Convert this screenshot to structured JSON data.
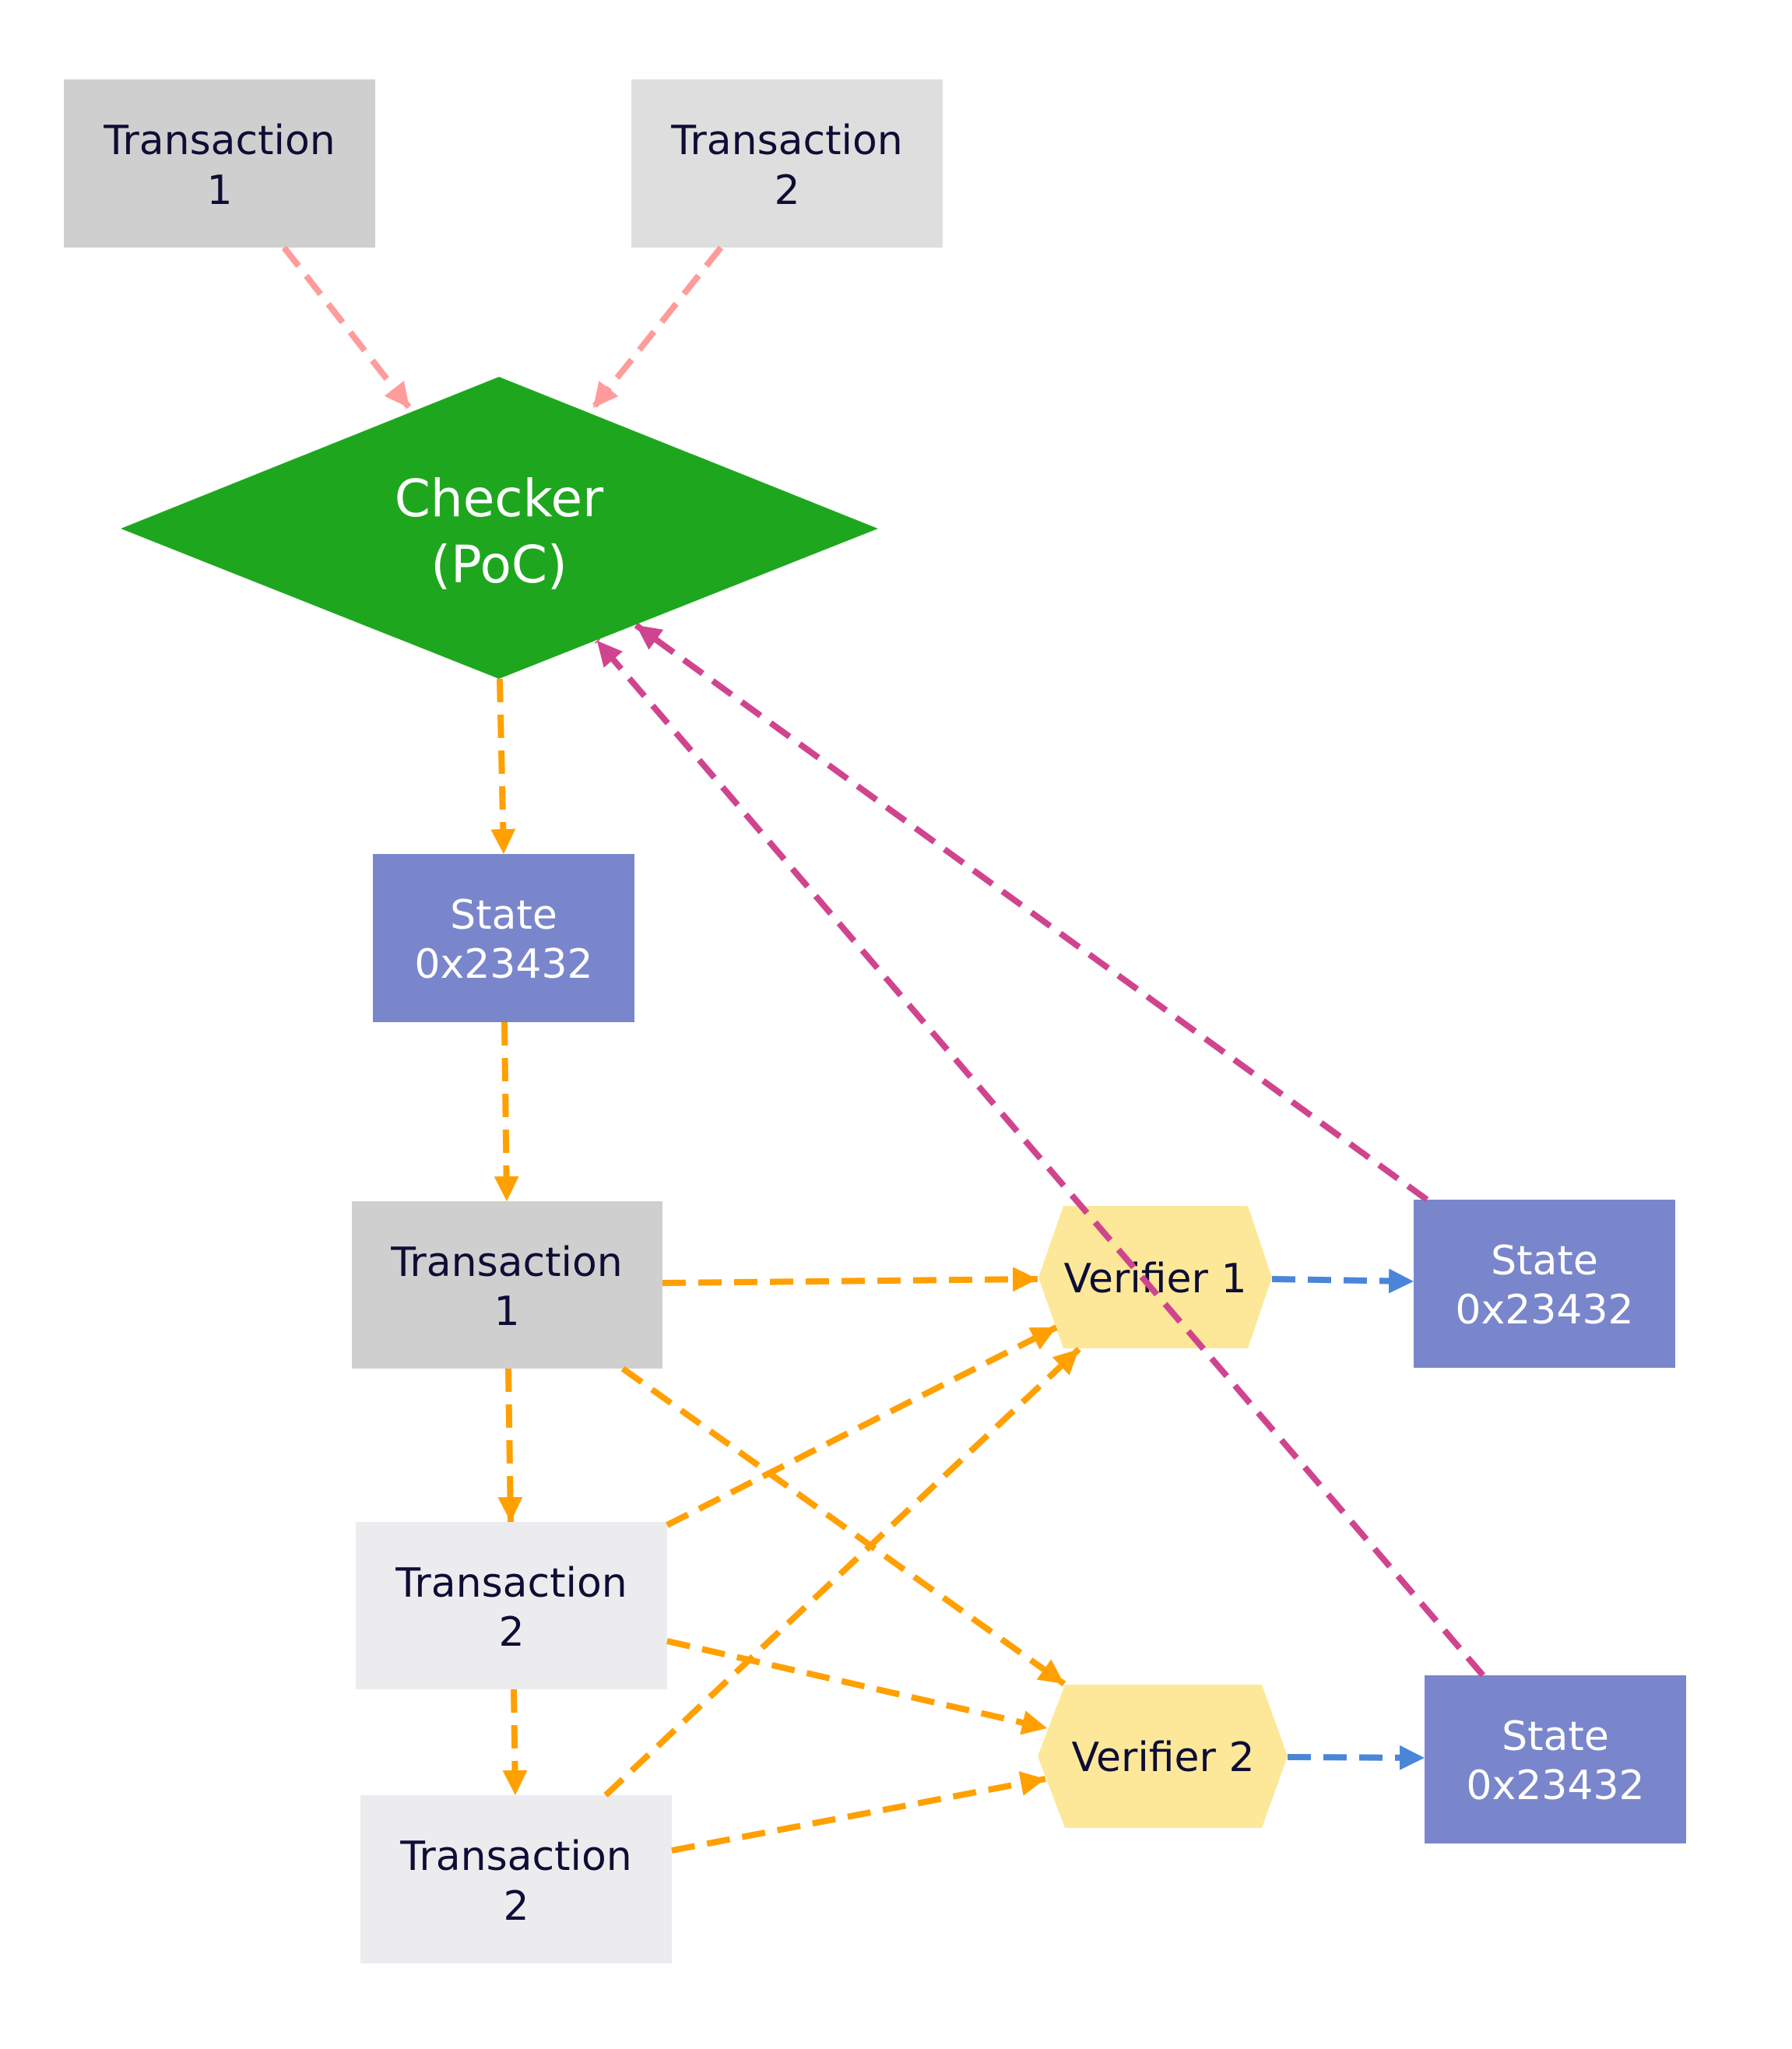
{
  "diagram": {
    "colors": {
      "transaction_1": "#cfcfcf",
      "transaction_2_top": "#dedede",
      "transaction_2": "#ecebee",
      "checker": "#1ea71e",
      "state": "#7a86cb",
      "verifier": "#fce898",
      "text_dark": "#0d0d35",
      "text_light": "#ffffff",
      "edge_input": "#ff9b9b",
      "edge_flow": "#ffa000",
      "edge_result": "#4a86d8",
      "edge_feedback": "#d0448f"
    },
    "nodes": {
      "tx1_top": {
        "line1": "Transaction",
        "line2": "1"
      },
      "tx2_top": {
        "line1": "Transaction",
        "line2": "2"
      },
      "checker": {
        "line1": "Checker",
        "line2": "(PoC)"
      },
      "state_main": {
        "line1": "State",
        "line2": "0x23432"
      },
      "tx1_mid": {
        "line1": "Transaction",
        "line2": "1"
      },
      "tx2_mid": {
        "line1": "Transaction",
        "line2": "2"
      },
      "tx2_bottom": {
        "line1": "Transaction",
        "line2": "2"
      },
      "verifier1": {
        "label": "Verifier 1"
      },
      "verifier2": {
        "label": "Verifier 2"
      },
      "state_v1": {
        "line1": "State",
        "line2": "0x23432"
      },
      "state_v2": {
        "line1": "State",
        "line2": "0x23432"
      }
    },
    "edges": [
      {
        "from": "tx1_top",
        "to": "checker",
        "kind": "edge_input"
      },
      {
        "from": "tx2_top",
        "to": "checker",
        "kind": "edge_input"
      },
      {
        "from": "checker",
        "to": "state_main",
        "kind": "edge_flow"
      },
      {
        "from": "state_main",
        "to": "tx1_mid",
        "kind": "edge_flow"
      },
      {
        "from": "tx1_mid",
        "to": "tx2_mid",
        "kind": "edge_flow"
      },
      {
        "from": "tx2_mid",
        "to": "tx2_bottom",
        "kind": "edge_flow"
      },
      {
        "from": "tx1_mid",
        "to": "verifier1",
        "kind": "edge_flow"
      },
      {
        "from": "tx1_mid",
        "to": "verifier2",
        "kind": "edge_flow"
      },
      {
        "from": "tx2_mid",
        "to": "verifier1",
        "kind": "edge_flow"
      },
      {
        "from": "tx2_mid",
        "to": "verifier2",
        "kind": "edge_flow"
      },
      {
        "from": "tx2_bottom",
        "to": "verifier1",
        "kind": "edge_flow"
      },
      {
        "from": "tx2_bottom",
        "to": "verifier2",
        "kind": "edge_flow"
      },
      {
        "from": "verifier1",
        "to": "state_v1",
        "kind": "edge_result"
      },
      {
        "from": "verifier2",
        "to": "state_v2",
        "kind": "edge_result"
      },
      {
        "from": "state_v1",
        "to": "checker",
        "kind": "edge_feedback"
      },
      {
        "from": "state_v2",
        "to": "checker",
        "kind": "edge_feedback"
      }
    ]
  }
}
